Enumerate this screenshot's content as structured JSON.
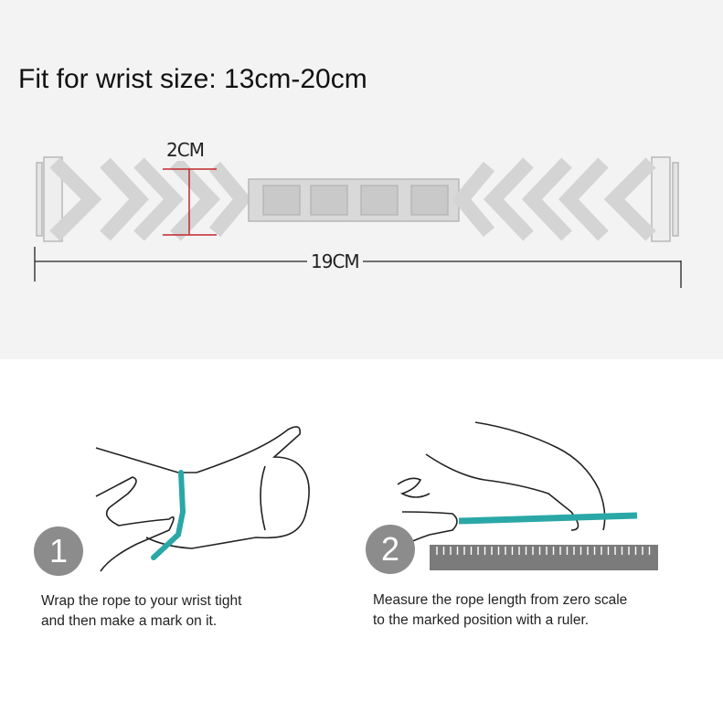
{
  "title": "Fit for wrist size: 13cm-20cm",
  "band": {
    "width_label": "2CM",
    "length_label": "19CM"
  },
  "steps": [
    {
      "number": "1",
      "line1": "Wrap the rope to your wrist tight",
      "line2": "and then make a mark on it."
    },
    {
      "number": "2",
      "line1": "Measure the rope length from zero scale",
      "line2": "to the marked position with a ruler."
    }
  ],
  "colors": {
    "rope": "#2aa7a7",
    "step_circle": "#8c8c8c",
    "ruler": "#7b7b7b",
    "measure_red": "#c0282d"
  }
}
